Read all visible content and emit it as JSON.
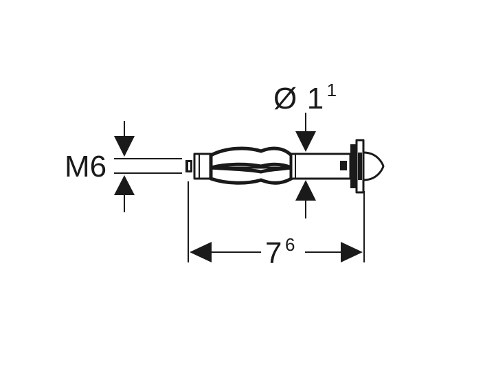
{
  "labels": {
    "thread": "M6",
    "diameter_symbol": "Ø",
    "diameter_main": "1",
    "diameter_sup": "1",
    "length_main": "7",
    "length_sup": "6"
  },
  "colors": {
    "ink": "#1a1a1a",
    "background": "#ffffff"
  }
}
